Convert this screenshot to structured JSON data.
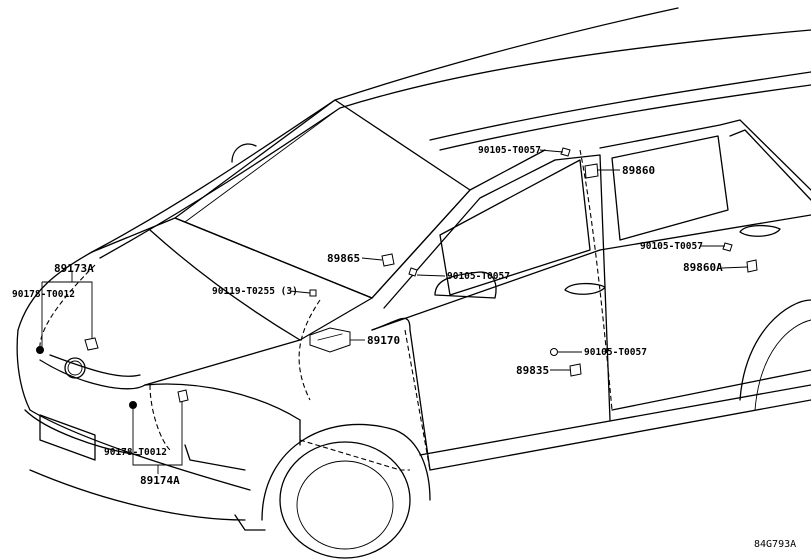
{
  "diagram_code": "84G793A",
  "parts": {
    "p89173A": "89173A",
    "p90178_left": "90178-T0012",
    "p90119": "90119-T0255 (3)",
    "p89865": "89865",
    "p90105_a": "90105-T0057",
    "p90105_b": "90105-T0057",
    "p89860": "89860",
    "p90105_c": "90105-T0057",
    "p89860A": "89860A",
    "p89170": "89170",
    "p90105_d": "90105-T0057",
    "p89835": "89835",
    "p90178_bottom": "90178-T0012",
    "p89174A": "89174A"
  }
}
